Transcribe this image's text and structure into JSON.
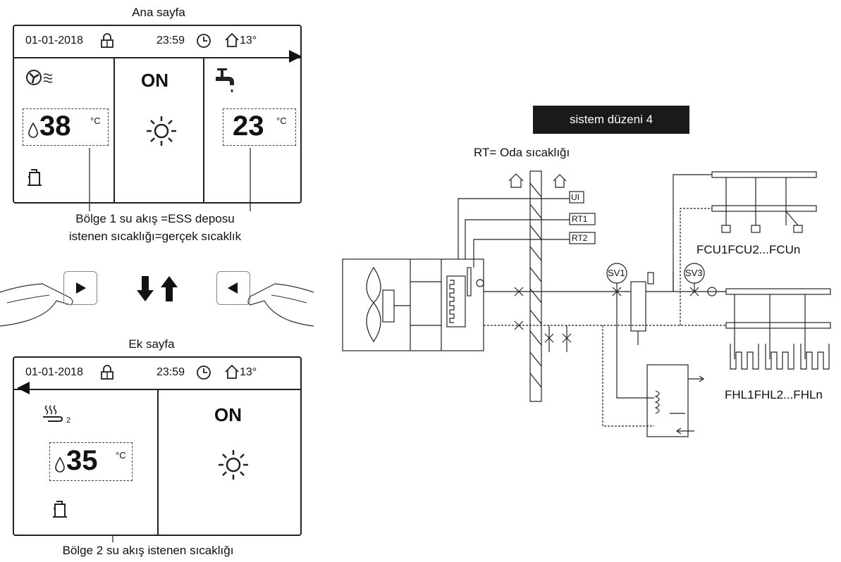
{
  "main_page": {
    "caption": "Ana sayfa",
    "date": "01-01-2018",
    "time": "23:59",
    "outdoor_temp": "13°",
    "zone1_temp": "38",
    "zone1_unit": "°C",
    "status": "ON",
    "dhw_temp": "23",
    "dhw_unit": "°C"
  },
  "annotation_main_line1": "Bölge 1 su akış =ESS deposu",
  "annotation_main_line2": "istenen sıcaklığı=gerçek sıcaklık",
  "extra_page": {
    "caption": "Ek sayfa",
    "date": "01-01-2018",
    "time": "23:59",
    "outdoor_temp": "13°",
    "zone2_sub": "2",
    "zone2_temp": "35",
    "zone2_unit": "°C",
    "status": "ON"
  },
  "annotation_extra": "Bölge 2 su akış istenen sıcaklığı",
  "diagram": {
    "title": "sistem düzeni 4",
    "rt_legend": "RT= Oda sıcaklığı",
    "ui_label": "UI",
    "rt1_label": "RT1",
    "rt2_label": "RT2",
    "sv1_label": "SV1",
    "sv3_label": "SV3",
    "fcu_label": "FCU1FCU2...FCUn",
    "fhl_label": "FHL1FHL2...FHLn"
  },
  "icons": [
    "lock-icon",
    "clock-icon",
    "home-icon",
    "fan-heat-icon",
    "faucet-icon",
    "drop-icon",
    "sun-icon",
    "tank-icon",
    "floor-heat-icon",
    "arrow-right-icon",
    "arrow-left-icon",
    "play-right-button",
    "play-left-button",
    "arrow-down-icon",
    "arrow-up-icon"
  ]
}
